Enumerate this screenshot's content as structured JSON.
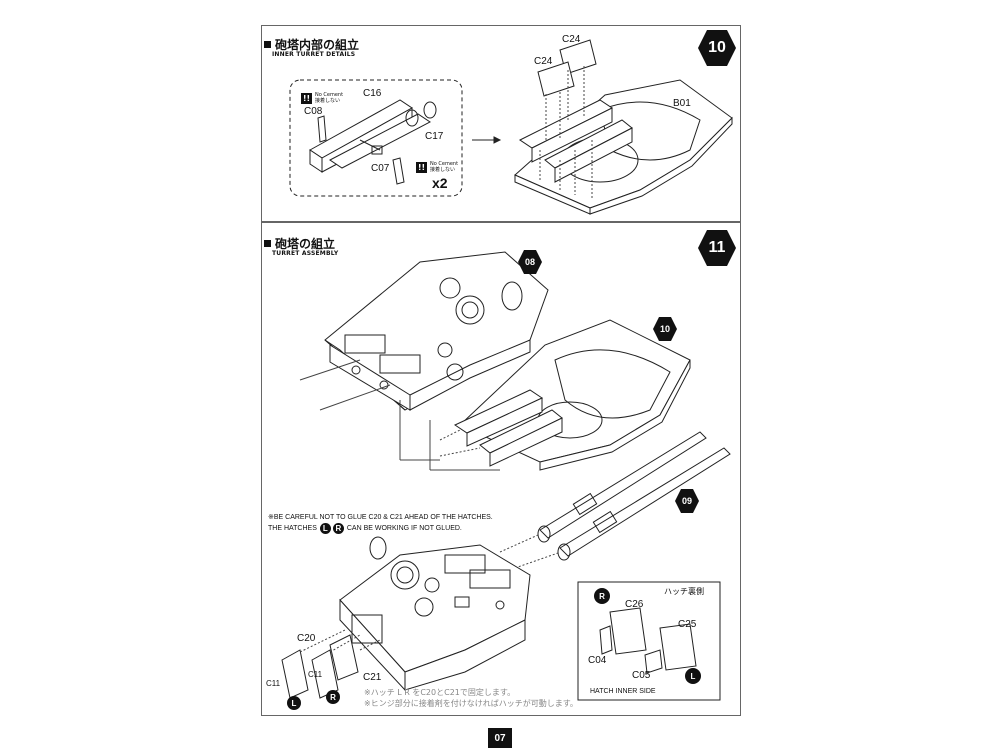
{
  "step10": {
    "number": "10",
    "title_jp": "砲塔内部の組立",
    "title_en": "INNER TURRET DETAILS",
    "labels": {
      "c16": "C16",
      "c08": "C08",
      "c17": "C17",
      "c07": "C07",
      "c24_top": "C24",
      "c24_left": "C24",
      "b01": "B01"
    },
    "multiplier": "x2",
    "no_cement_mark": "!!",
    "no_cement_en": "No Cement",
    "no_cement_jp": "接着しない"
  },
  "step11": {
    "number": "11",
    "title_jp": "砲塔の組立",
    "title_en": "TURRET ASSEMBLY",
    "ref_08": "08",
    "ref_10": "10",
    "ref_09": "09",
    "note_line1": "※BE CAREFUL NOT TO GLUE C20 & C21 AHEAD OF THE HATCHES.",
    "note_line2_a": "THE HATCHES",
    "note_line2_b": "CAN BE WORKING IF NOT GLUED.",
    "badge_l": "L",
    "badge_r": "R",
    "labels": {
      "c20": "C20",
      "c21": "C21",
      "c11_a": "C11",
      "c11_b": "C11"
    },
    "jp_note1": "※ハッチ L R をC20とC21で固定します。",
    "jp_note2": "※ヒンジ部分に接着剤を付けなければハッチが可動します。",
    "inset": {
      "title_jp": "ハッチ裏側",
      "caption": "HATCH INNER SIDE",
      "c26": "C26",
      "c25": "C25",
      "c04": "C04",
      "c05": "C05",
      "badge_r": "R",
      "badge_l": "L"
    }
  },
  "page_number": "07"
}
